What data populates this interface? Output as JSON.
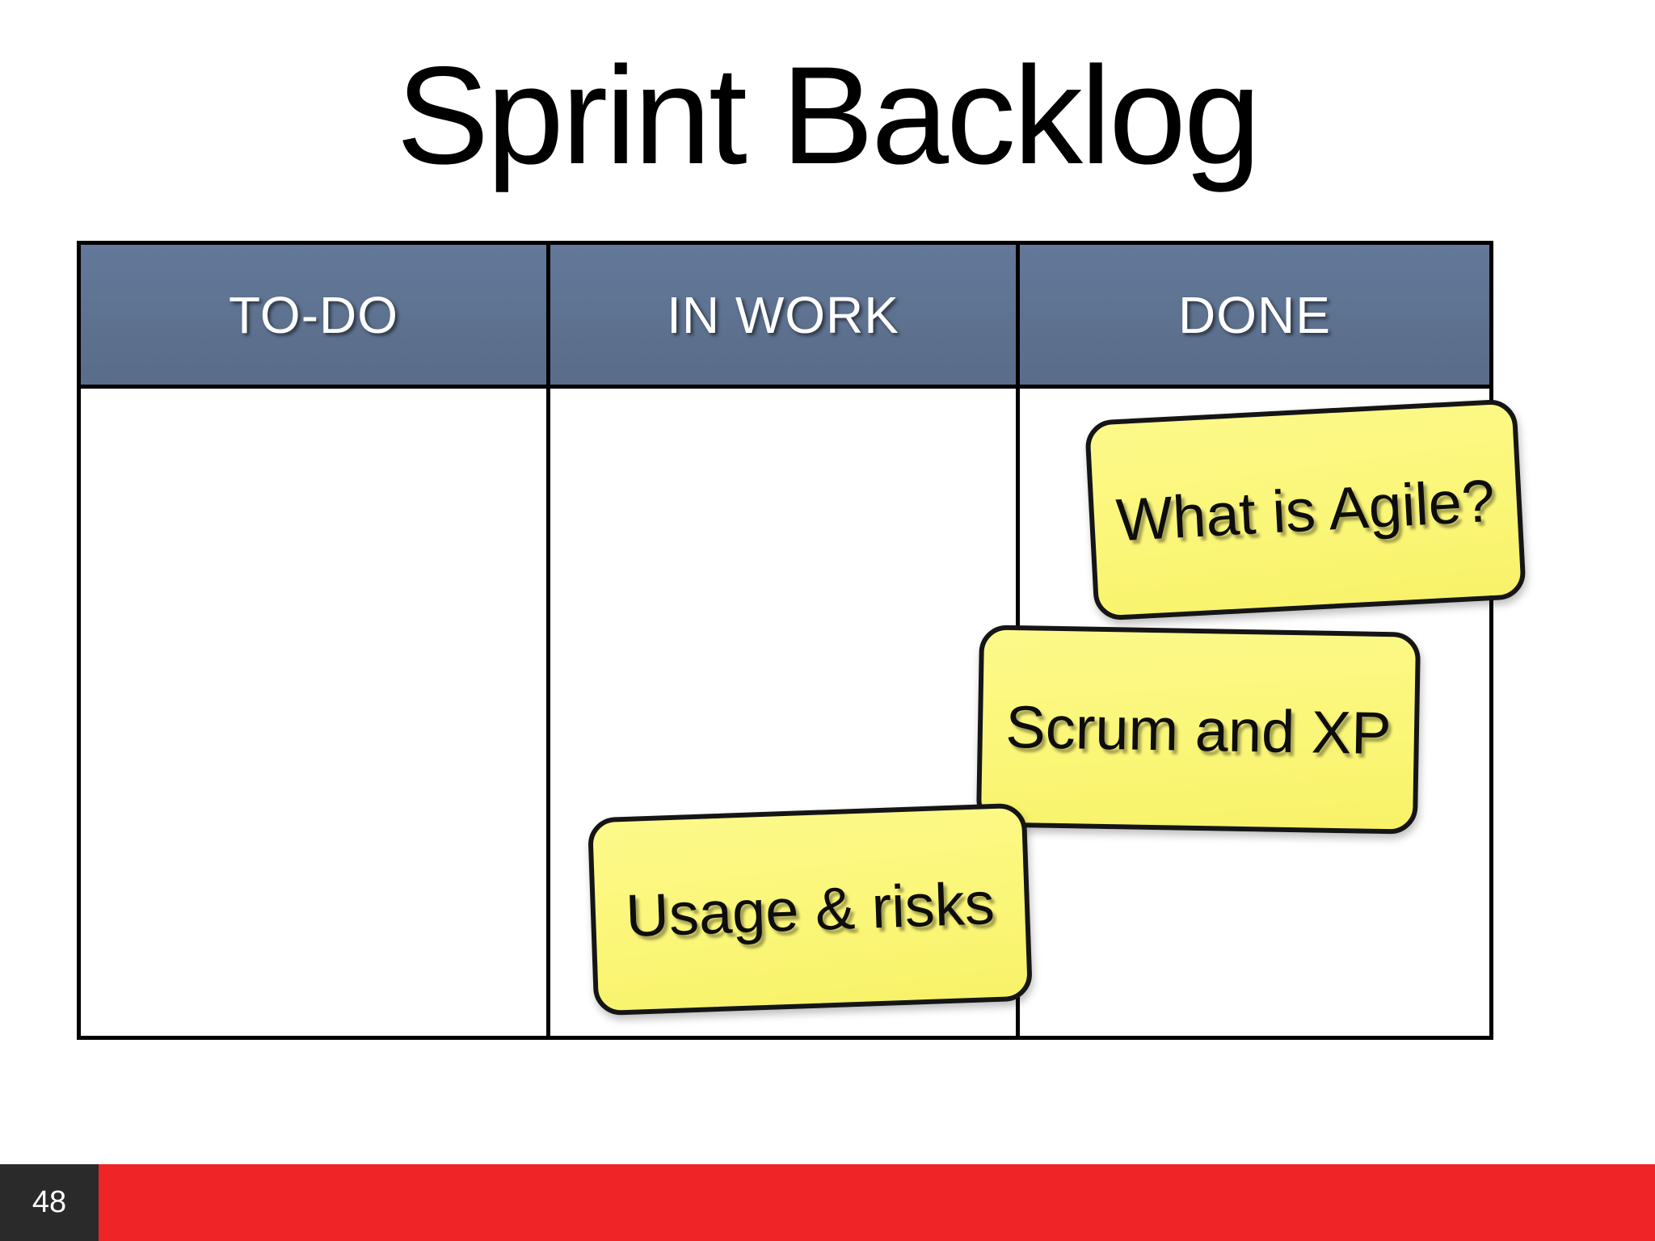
{
  "slide": {
    "title": "Sprint Backlog",
    "page_number": "48"
  },
  "board": {
    "columns": [
      {
        "id": "todo",
        "label": "TO-DO"
      },
      {
        "id": "inwork",
        "label": "IN WORK"
      },
      {
        "id": "done",
        "label": "DONE"
      }
    ],
    "notes": [
      {
        "id": "note-what-is-agile",
        "label": "What is Agile?",
        "column": "done"
      },
      {
        "id": "note-scrum-and-xp",
        "label": "Scrum and XP",
        "column": "done"
      },
      {
        "id": "note-usage-risks",
        "label": "Usage & risks",
        "column": "inwork"
      }
    ]
  },
  "colors": {
    "header_bg": "#5e7290",
    "note_bg": "#fbf77b",
    "accent_red": "#ee2426",
    "page_box_bg": "#2b2a2b",
    "border": "#000000"
  }
}
